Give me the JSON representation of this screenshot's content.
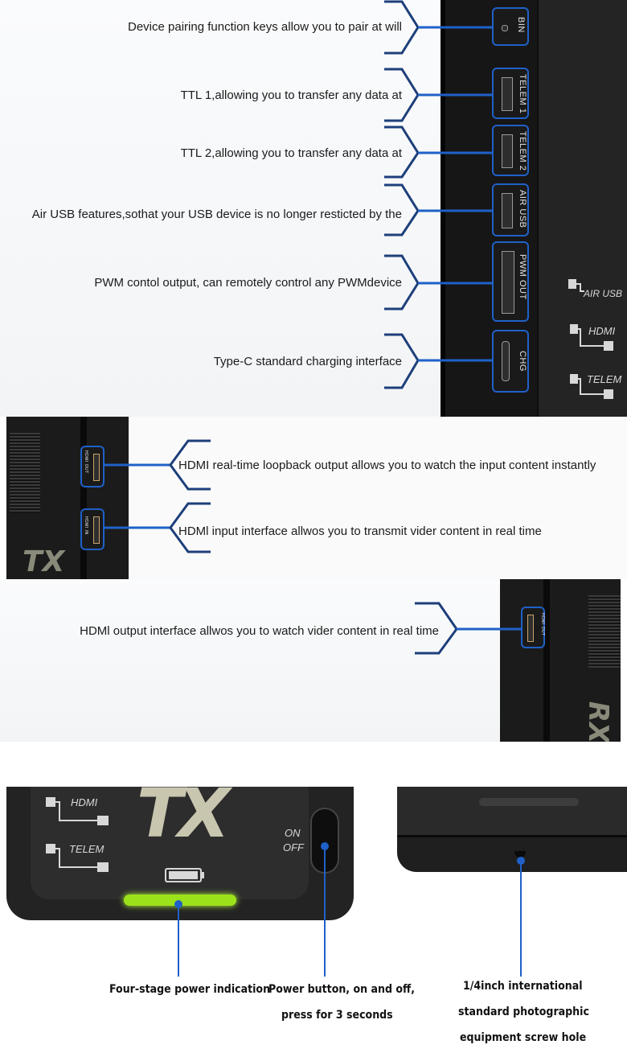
{
  "panel1": {
    "annotations": [
      "Device pairing function keys allow you to pair at will",
      "TTL 1,allowing you to transfer any data at",
      "TTL 2,allowing you to transfer any data at",
      "Air USB features,sothat your USB device is no longer resticted by the",
      "PWM contol output, can remotely control any PWMdevice",
      "Type-C standard charging interface"
    ],
    "ports": [
      "BIN",
      "TELEM 1",
      "TELEM 2",
      "AIR USB",
      "PWM OUT",
      "CHG"
    ],
    "side_labels": [
      "AIR USB",
      "HDMI",
      "TELEM"
    ]
  },
  "panel2": {
    "annotations": [
      "HDMI real-time loopback output allows you to watch the input content instantly",
      "HDMl input interface allwos you to transmit vider content in real time"
    ],
    "ports": [
      "HDMI OUT",
      "HDMI IN"
    ]
  },
  "panel3": {
    "annotation": "HDMl output interface allwos you to watch vider content in real time",
    "port": "HDMI OUT",
    "device_mark": "RX"
  },
  "panel4": {
    "device_mark": "TX",
    "labels": [
      "HDMI",
      "TELEM"
    ],
    "switch_on": "ON",
    "switch_off": "OFF",
    "captions": {
      "power_indication": "Four-stage power indication",
      "power_button_line1": "Power button, on and off,",
      "power_button_line2": "press for 3 seconds",
      "screw_line1": "1/4inch international",
      "screw_line2": "standard photographic",
      "screw_line3": "equipment screw hole"
    }
  },
  "colors": {
    "accent_blue": "#1f61c8",
    "dark_blue_line": "#1d3f7a",
    "led_green": "#9be21a",
    "device": "#1a1a1a"
  }
}
